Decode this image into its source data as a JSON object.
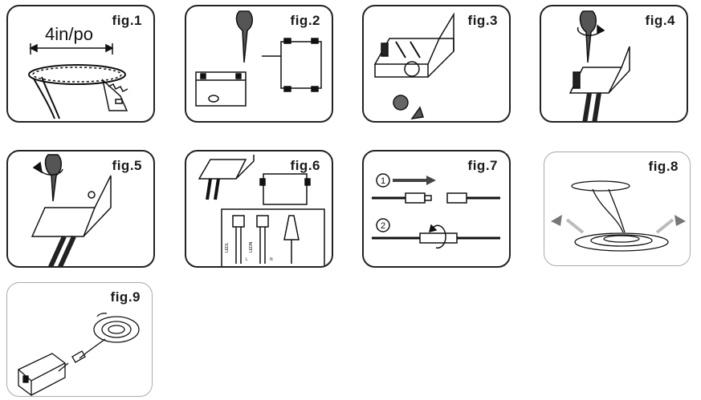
{
  "figures": [
    {
      "label": "fig.1",
      "annotation": "4in/po"
    },
    {
      "label": "fig.2"
    },
    {
      "label": "fig.3"
    },
    {
      "label": "fig.4"
    },
    {
      "label": "fig.5"
    },
    {
      "label": "fig.6",
      "wire_labels": [
        "LEDL",
        "LEDN",
        "L",
        "N"
      ]
    },
    {
      "label": "fig.7",
      "steps": [
        "1",
        "2"
      ]
    },
    {
      "label": "fig.8"
    },
    {
      "label": "fig.9"
    }
  ]
}
